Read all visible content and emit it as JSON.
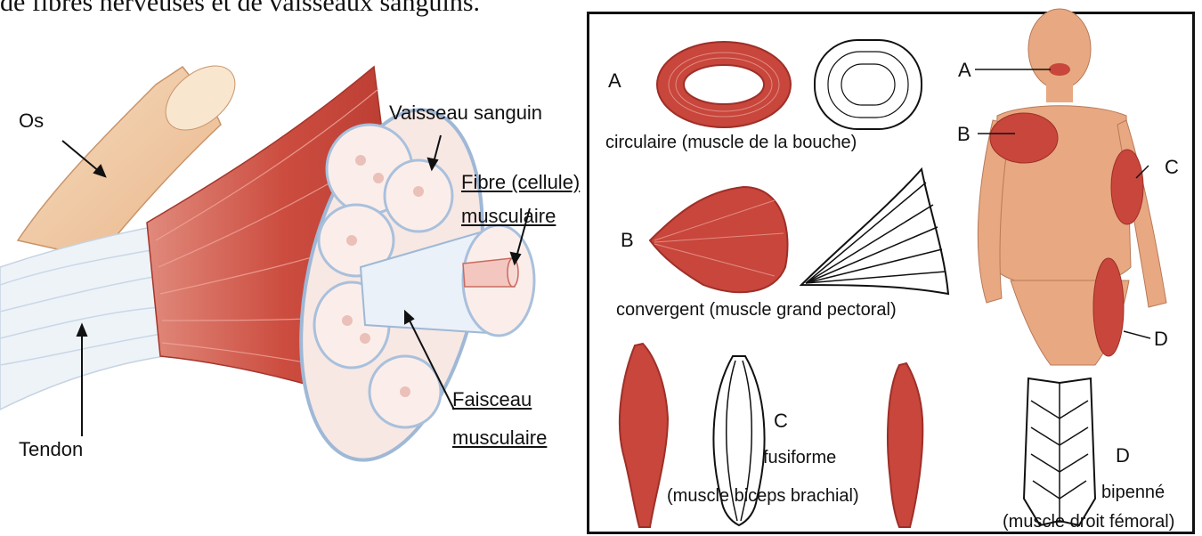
{
  "top_text": "de fibres nerveuses et de vaisseaux sanguins.",
  "left_diagram": {
    "labels": {
      "os": "Os",
      "vaisseau": "Vaisseau sanguin",
      "fibre_line1": "Fibre (cellule)",
      "fibre_line2": "musculaire",
      "faisceau_line1": "Faisceau",
      "faisceau_line2": "musculaire",
      "tendon": "Tendon"
    }
  },
  "right_diagram": {
    "types": {
      "a_letter": "A",
      "a_caption": "circulaire (muscle de la bouche)",
      "b_letter": "B",
      "b_caption": "convergent (muscle grand pectoral)",
      "c_letter": "C",
      "c_caption_1": "fusiforme",
      "c_caption_2": "(muscle biceps brachial)",
      "d_letter": "D",
      "d_caption_1": "bipenné",
      "d_caption_2": "(muscle droit fémoral)"
    },
    "body_labels": {
      "a": "A",
      "b": "B",
      "c": "C",
      "d": "D"
    }
  },
  "colors": {
    "muscle": "#c8463c",
    "muscle_dark": "#9e2f28",
    "skin": "#e8a882",
    "bone": "#f1c9a0",
    "tendon": "#eef3f8"
  }
}
